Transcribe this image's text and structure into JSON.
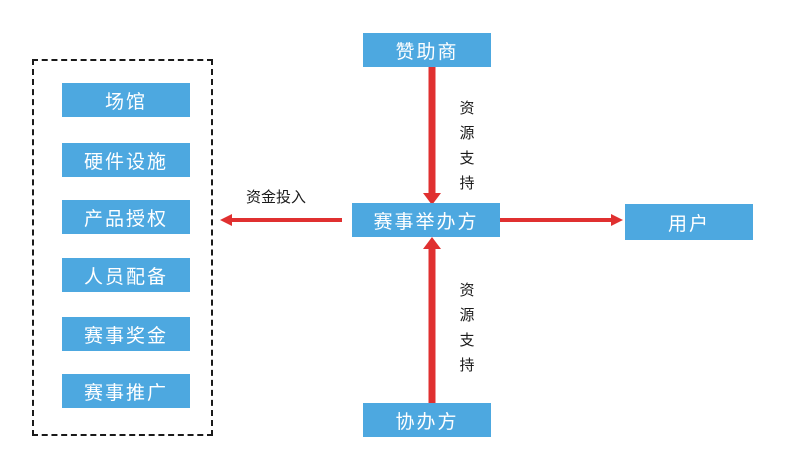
{
  "nodes": {
    "sponsor": "赞助商",
    "organizer": "赛事举办方",
    "co_organizer": "协办方",
    "user": "用户"
  },
  "left_group": {
    "items": [
      "场馆",
      "硬件设施",
      "产品授权",
      "人员配备",
      "赛事奖金",
      "赛事推广"
    ]
  },
  "edges": {
    "sponsor_to_organizer": "资源支持",
    "co_organizer_to_organizer": "资源支持",
    "organizer_to_left_group": "资金投入"
  },
  "colors": {
    "box_fill": "#4da8e0",
    "arrow": "#e03030",
    "dash": "#1a1a1a"
  }
}
